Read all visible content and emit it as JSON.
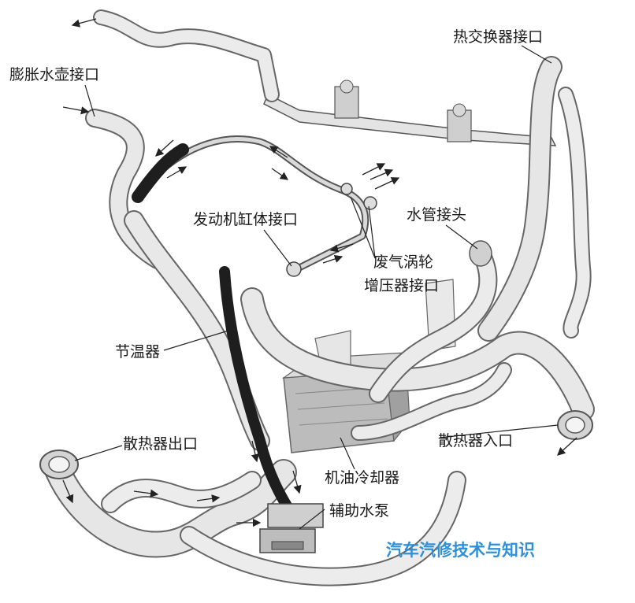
{
  "labels": {
    "expansion_tank_port": "膨胀水壶接口",
    "heat_exchanger_port": "热交换器接口",
    "engine_block_port": "发动机缸体接口",
    "water_pipe_joint": "水管接头",
    "turbo_port_line1": "废气涡轮",
    "turbo_port_line2": "增压器接口",
    "thermostat": "节温器",
    "radiator_outlet": "散热器出口",
    "radiator_inlet": "散热器入口",
    "oil_cooler": "机油冷却器",
    "aux_water_pump": "辅助水泵"
  },
  "watermark": "汽车汽修技术与知识"
}
